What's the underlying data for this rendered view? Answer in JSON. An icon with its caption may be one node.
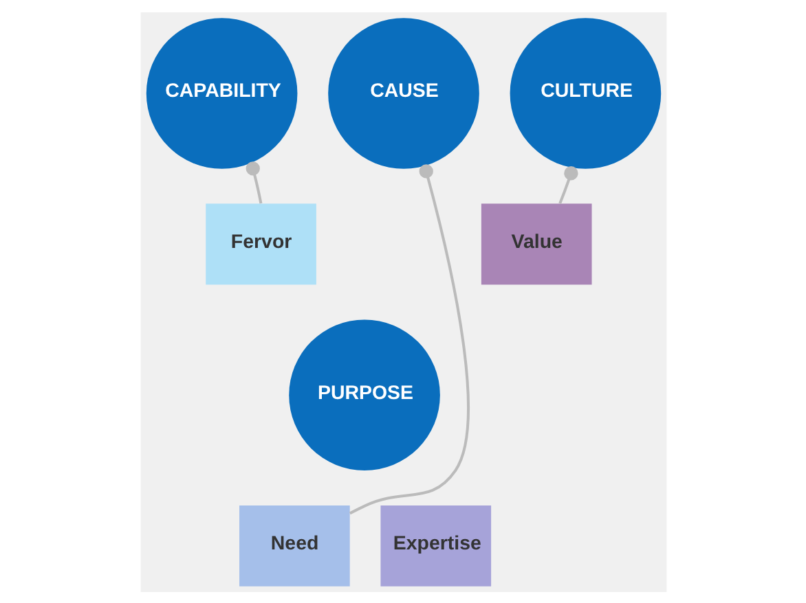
{
  "diagram": {
    "nodes": [
      {
        "text": [
          "CAPABILITY"
        ]
      },
      {
        "text": [
          "CULTURE"
        ]
      },
      {
        "text": [
          "Fervor"
        ]
      },
      {
        "text": [
          "Value"
        ]
      },
      {
        "text": [
          "PURPOSE"
        ]
      },
      {
        "text": [
          "Need"
        ]
      },
      {
        "text": [
          "Expertise"
        ]
      },
      {
        "text": [
          "CAUSE"
        ]
      }
    ],
    "edges": [
      {
        "from": 2,
        "to": 0,
        "arrow": "other"
      },
      {
        "from": 3,
        "to": 1,
        "arrow": "other"
      },
      {
        "from": 5,
        "to": 7,
        "arrow": "other"
      }
    ]
  }
}
